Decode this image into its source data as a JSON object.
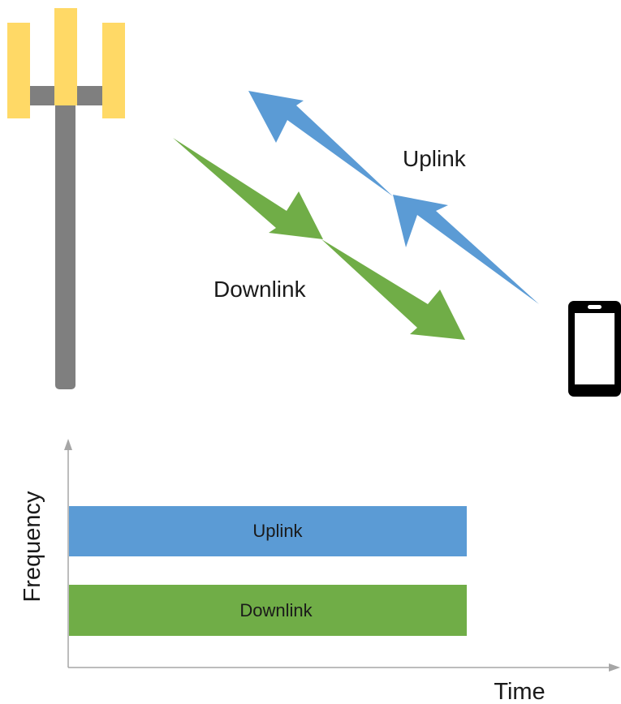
{
  "labels": {
    "uplink": "Uplink",
    "downlink": "Downlink"
  },
  "chart": {
    "y_axis_label": "Frequency",
    "x_axis_label": "Time",
    "bands": [
      {
        "label": "Uplink",
        "color": "#5b9bd5"
      },
      {
        "label": "Downlink",
        "color": "#70ad47"
      }
    ]
  },
  "colors": {
    "uplink_arrow": "#5b9bd5",
    "downlink_arrow": "#70ad47",
    "antenna_panel": "#ffd966",
    "tower_pole": "#7f7f7f",
    "phone": "#000000",
    "axis": "#a6a6a6"
  },
  "icons": {
    "tower": "cell-tower-icon",
    "phone": "mobile-phone-icon"
  }
}
